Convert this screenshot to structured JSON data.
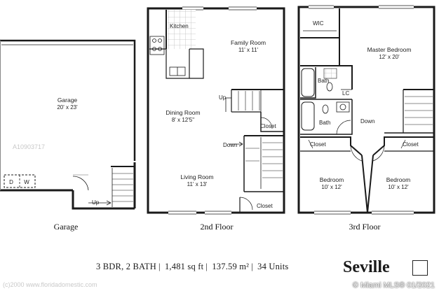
{
  "floors": {
    "garage": {
      "label": "Garage",
      "rooms": {
        "garage_name": "Garage",
        "garage_dims": "20' x 23'",
        "dryer": "D",
        "washer": "W",
        "up": "Up"
      }
    },
    "second": {
      "label": "2nd Floor",
      "rooms": {
        "kitchen": "Kitchen",
        "family_name": "Family Room",
        "family_dims": "11' x 11'",
        "dining_name": "Dining Room",
        "dining_dims": "8' x 12'5\"",
        "living_name": "Living Room",
        "living_dims": "11' x 13'",
        "up": "Up",
        "down": "Down",
        "closet_1": "Closet",
        "closet_2": "Closet"
      }
    },
    "third": {
      "label": "3rd Floor",
      "rooms": {
        "wic": "WIC",
        "master_name": "Master Bedroom",
        "master_dims": "12' x 20'",
        "bath_1": "Bath",
        "bath_2": "Bath",
        "lc": "LC",
        "down": "Down",
        "closet_1": "Closet",
        "closet_2": "Closet",
        "bed1_name": "Bedroom",
        "bed1_dims": "10' x 12'",
        "bed2_name": "Bedroom",
        "bed2_dims": "10' x 12'"
      }
    }
  },
  "summary": {
    "bedrooms_baths": "3 BDR, 2 BATH",
    "sqft": "1,481 sq ft",
    "sqm": "137.59 m²",
    "units": "34 Units"
  },
  "model_name": "Seville",
  "watermarks": {
    "listing_id": "A10903717",
    "site": "(c)2000 www.floridadomestic.com"
  },
  "mls_badge": "© Miami MLS® 01/2021",
  "colors": {
    "wall": "#1a1a1a",
    "line": "#333333",
    "kitchen_tile": "#bdbdbd",
    "fixture": "#555555"
  }
}
